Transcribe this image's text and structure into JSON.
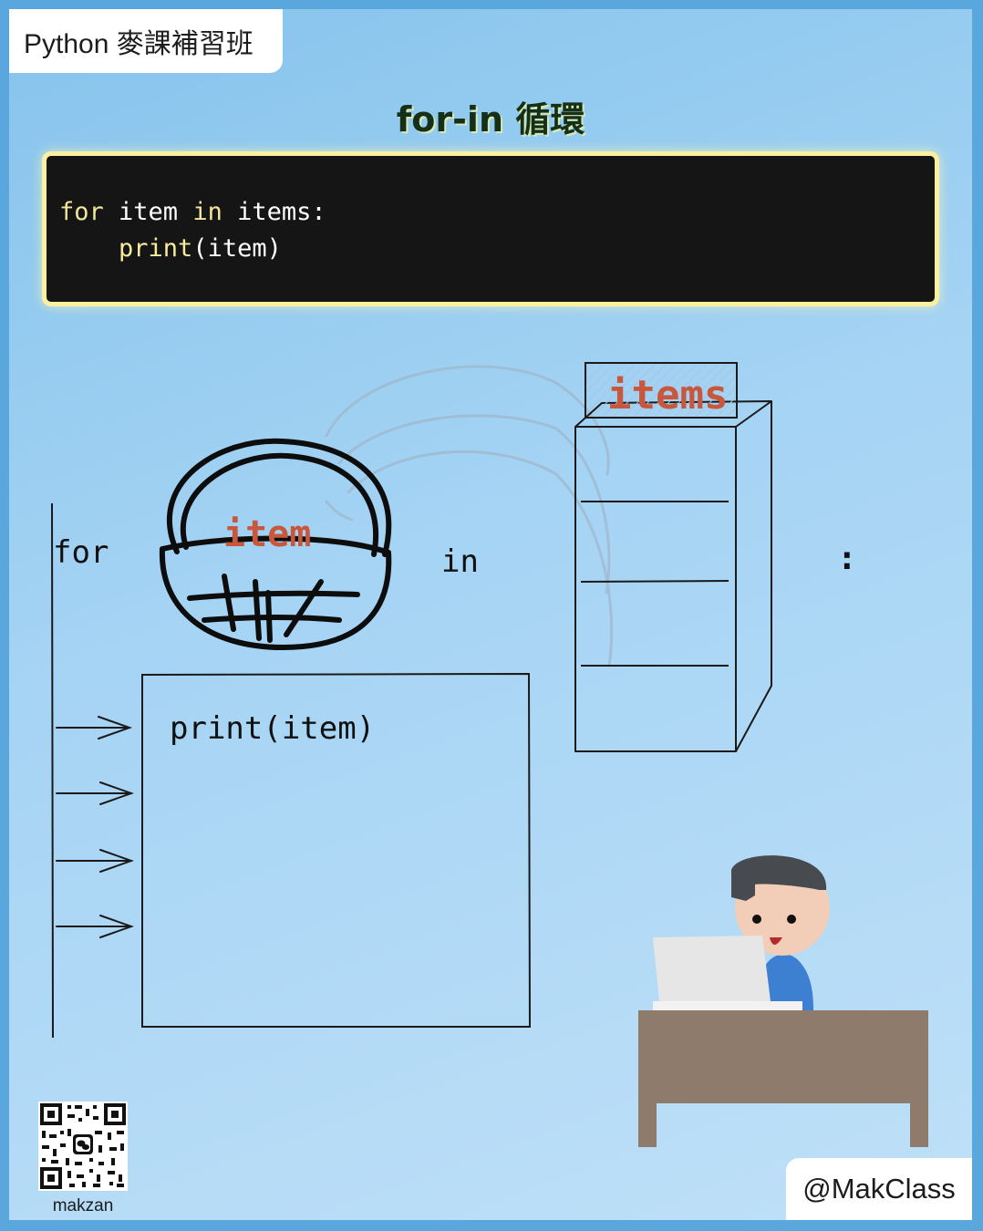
{
  "header": {
    "brand": "Python 麥課補習班",
    "title": "for-in 循環"
  },
  "code": {
    "line1": {
      "kw1": "for",
      "mid1": " item ",
      "kw2": "in",
      "mid2": " items:"
    },
    "line2": {
      "indent": "    ",
      "fn": "print",
      "args": "(item)"
    }
  },
  "diagram": {
    "for_label": "for",
    "item_label": "item",
    "in_label": "in",
    "items_label": "items",
    "colon": ":",
    "print_label": "print(item)"
  },
  "footer": {
    "qr_label": "makzan",
    "handle": "@MakClass"
  },
  "colors": {
    "accent_red": "#c9573c",
    "code_bg": "#151515",
    "code_border": "#fbf0a0",
    "desk": "#8e7b6b",
    "shirt": "#3d7fd0"
  }
}
